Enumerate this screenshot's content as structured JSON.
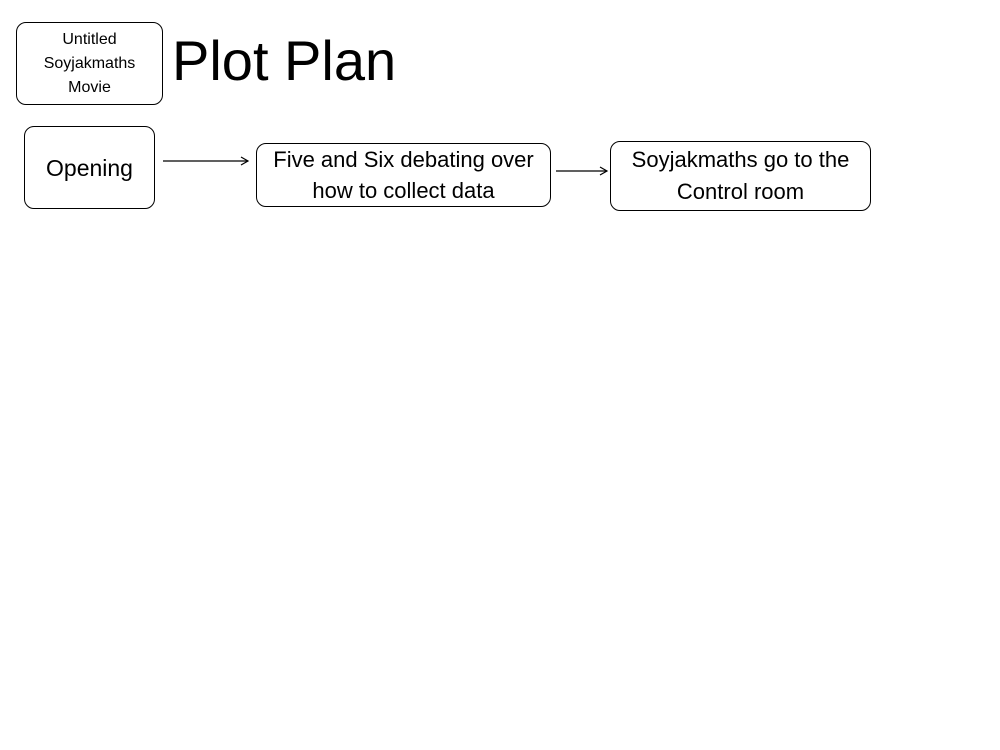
{
  "movie_label": {
    "line1": "Untitled",
    "line2": "Soyjakmaths",
    "line3": "Movie"
  },
  "title": "Plot Plan",
  "steps": [
    {
      "line1": "Opening",
      "line2": ""
    },
    {
      "line1": "Five and Six debating over",
      "line2": "how to collect data"
    },
    {
      "line1": "Soyjakmaths go to the",
      "line2": "Control room"
    }
  ],
  "colors": {
    "stroke": "#000000",
    "background": "#ffffff"
  }
}
